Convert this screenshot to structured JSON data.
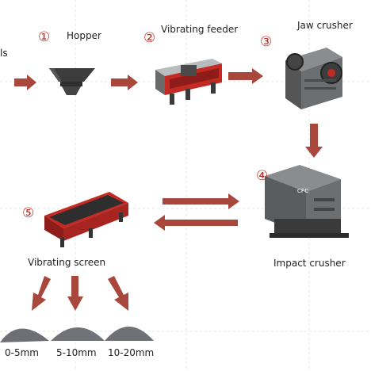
{
  "steps": [
    {
      "num": "①",
      "label": "Hopper"
    },
    {
      "num": "②",
      "label": "Vibrating feeder"
    },
    {
      "num": "③",
      "label": "Jaw crusher"
    },
    {
      "num": "④",
      "label": "Impact crusher"
    },
    {
      "num": "⑤",
      "label": "Vibrating screen"
    }
  ],
  "input_label": "ls",
  "products": [
    "0-5mm",
    "5-10mm",
    "10-20mm"
  ],
  "colors": {
    "arrow": "#a8483c",
    "marker": "#c0281e",
    "frame": "#c42a24",
    "metal": "#5a5a5a"
  }
}
